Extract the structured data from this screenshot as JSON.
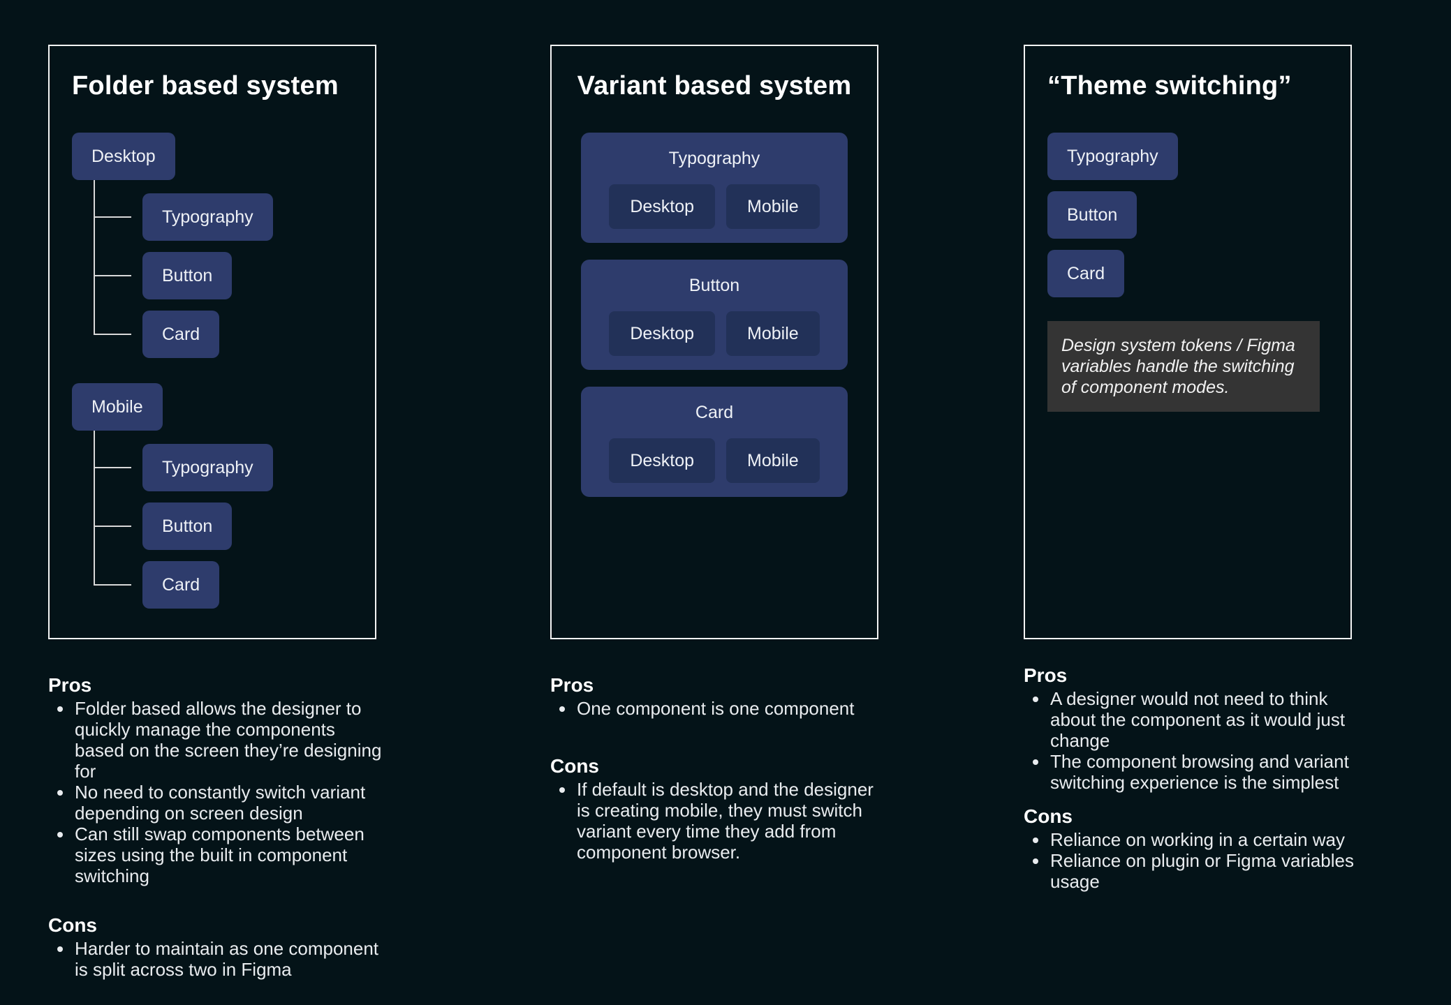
{
  "labels": {
    "pros": "Pros",
    "cons": "Cons"
  },
  "colors": {
    "background": "#041318",
    "panel_border": "#f4f4f4",
    "node_blue": "#2e3c6c",
    "chip_navy": "#223158",
    "note_gray": "#343434",
    "tree_line": "#d9d9d9",
    "text": "#e9ecef"
  },
  "panels": [
    {
      "title": "Folder based system",
      "tree": [
        {
          "label": "Desktop",
          "children": [
            "Typography",
            "Button",
            "Card"
          ]
        },
        {
          "label": "Mobile",
          "children": [
            "Typography",
            "Button",
            "Card"
          ]
        }
      ],
      "pros": [
        "Folder based allows the designer to quickly manage the components based on the screen they’re designing for",
        "No need to constantly switch variant depending on screen design",
        "Can still swap components between sizes using the built in component switching"
      ],
      "cons": [
        "Harder to maintain as one component is split across two in Figma"
      ]
    },
    {
      "title": "Variant based system",
      "groups": [
        {
          "label": "Typography",
          "variants": [
            "Desktop",
            "Mobile"
          ]
        },
        {
          "label": "Button",
          "variants": [
            "Desktop",
            "Mobile"
          ]
        },
        {
          "label": "Card",
          "variants": [
            "Desktop",
            "Mobile"
          ]
        }
      ],
      "pros": [
        "One component is one component"
      ],
      "cons": [
        "If default is desktop and the designer is creating mobile, they must switch variant every time they add from component browser."
      ]
    },
    {
      "title": "“Theme switching”",
      "items": [
        "Typography",
        "Button",
        "Card"
      ],
      "note": "Design system tokens / Figma variables handle the switching of component modes.",
      "pros": [
        "A designer would not need to think about the component as it would just change",
        "The component browsing and variant switching experience is the simplest"
      ],
      "cons": [
        "Reliance on working in a certain way",
        "Reliance on plugin or Figma variables usage"
      ]
    }
  ]
}
